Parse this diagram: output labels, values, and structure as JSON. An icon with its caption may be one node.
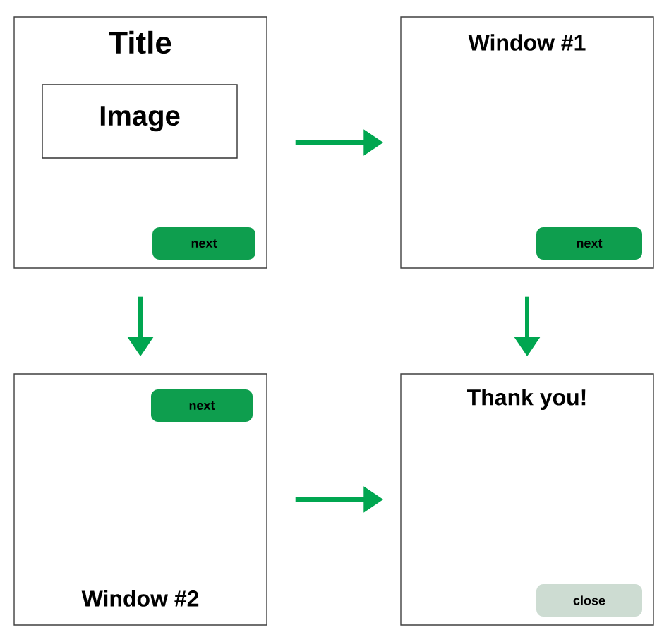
{
  "diagram": {
    "nodes": [
      {
        "text": [
          "Title"
        ]
      },
      {
        "text": [
          "Image"
        ],
        "in": 0
      },
      {
        "text": [
          "next"
        ],
        "in": 0
      },
      {
        "text": [
          "Window #1"
        ]
      },
      {
        "text": [
          "next"
        ],
        "in": 3
      },
      {
        "text": [
          "Window #2"
        ]
      },
      {
        "text": [
          "next"
        ],
        "in": 5
      },
      {
        "text": [
          "Thank you!"
        ]
      },
      {
        "text": [
          "close"
        ],
        "in": 7
      }
    ],
    "edges": [
      {
        "from": 0,
        "to": 3,
        "arrow": "to"
      },
      {
        "from": 0,
        "to": 5,
        "arrow": "to"
      },
      {
        "from": 3,
        "to": 7,
        "arrow": "to"
      },
      {
        "from": 5,
        "to": 7,
        "arrow": "to"
      }
    ]
  }
}
